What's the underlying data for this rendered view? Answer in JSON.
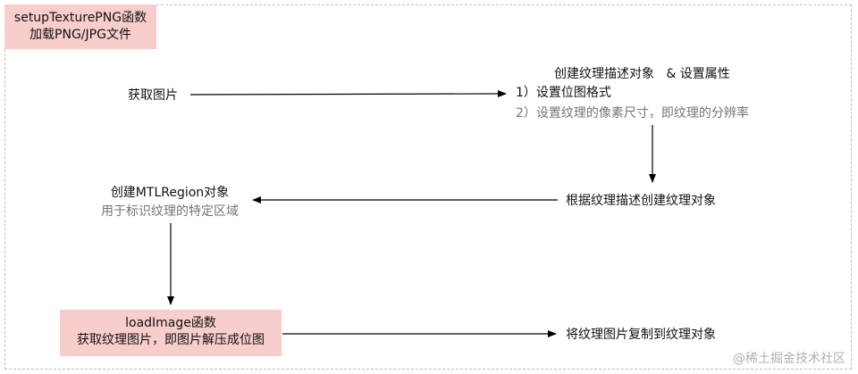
{
  "nodes": {
    "setup_texture": {
      "title": "setupTexturePNG函数",
      "subtitle": "加载PNG/JPG文件"
    },
    "get_image": {
      "title": "获取图片"
    },
    "create_descriptor": {
      "title": "创建纹理描述对象   & 设置属性",
      "items": [
        "1）设置位图格式",
        "2）设置纹理的像素尺寸，即纹理的分辨率"
      ]
    },
    "create_texture": {
      "title": "根据纹理描述创建纹理对象"
    },
    "create_region": {
      "title": "创建MTLRegion对象",
      "subtitle": "用于标识纹理的特定区域"
    },
    "load_image": {
      "title": "loadImage函数",
      "subtitle": "获取纹理图片，即图片解压成位图"
    },
    "copy_to_texture": {
      "title": "将纹理图片复制到纹理对象"
    }
  },
  "watermark": "@稀土掘金技术社区",
  "colors": {
    "box_fill": "#f8cecc",
    "arrow": "#000000",
    "subtext": "#757575"
  }
}
